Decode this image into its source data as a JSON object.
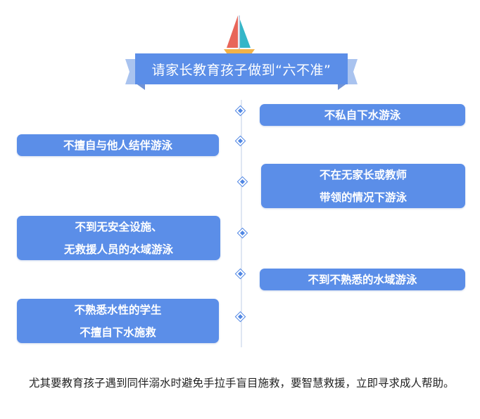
{
  "colors": {
    "accent": "#5b8ee8",
    "ribbon_side": "#a9c3ef",
    "line": "#dfe6f3",
    "text": "#222222",
    "boat_sail_left": "#e8665a",
    "boat_sail_right": "#35b6c8",
    "boat_hull": "#f2b247"
  },
  "header": {
    "title": "请家长教育孩子做到“六不准”"
  },
  "timeline": {
    "items": [
      {
        "side": "right",
        "lines": [
          "不私自下水游泳"
        ]
      },
      {
        "side": "left",
        "lines": [
          "不擅自与他人结伴游泳"
        ]
      },
      {
        "side": "right",
        "lines": [
          "不在无家长或教师",
          "带领的情况下游泳"
        ]
      },
      {
        "side": "left",
        "lines": [
          "不到无安全设施、",
          "无救援人员的水域游泳"
        ]
      },
      {
        "side": "right",
        "lines": [
          "不到不熟悉的水域游泳"
        ]
      },
      {
        "side": "left",
        "lines": [
          "不熟悉水性的学生",
          "不擅自下水施救"
        ]
      }
    ]
  },
  "paragraph": "尤其要教育孩子遇到同伴溺水时避免手拉手盲目施救，要智慧救援，立即寻求成人帮助。",
  "icons": {
    "boat": "sailboat-icon",
    "marker": "diamond-marker-icon"
  }
}
